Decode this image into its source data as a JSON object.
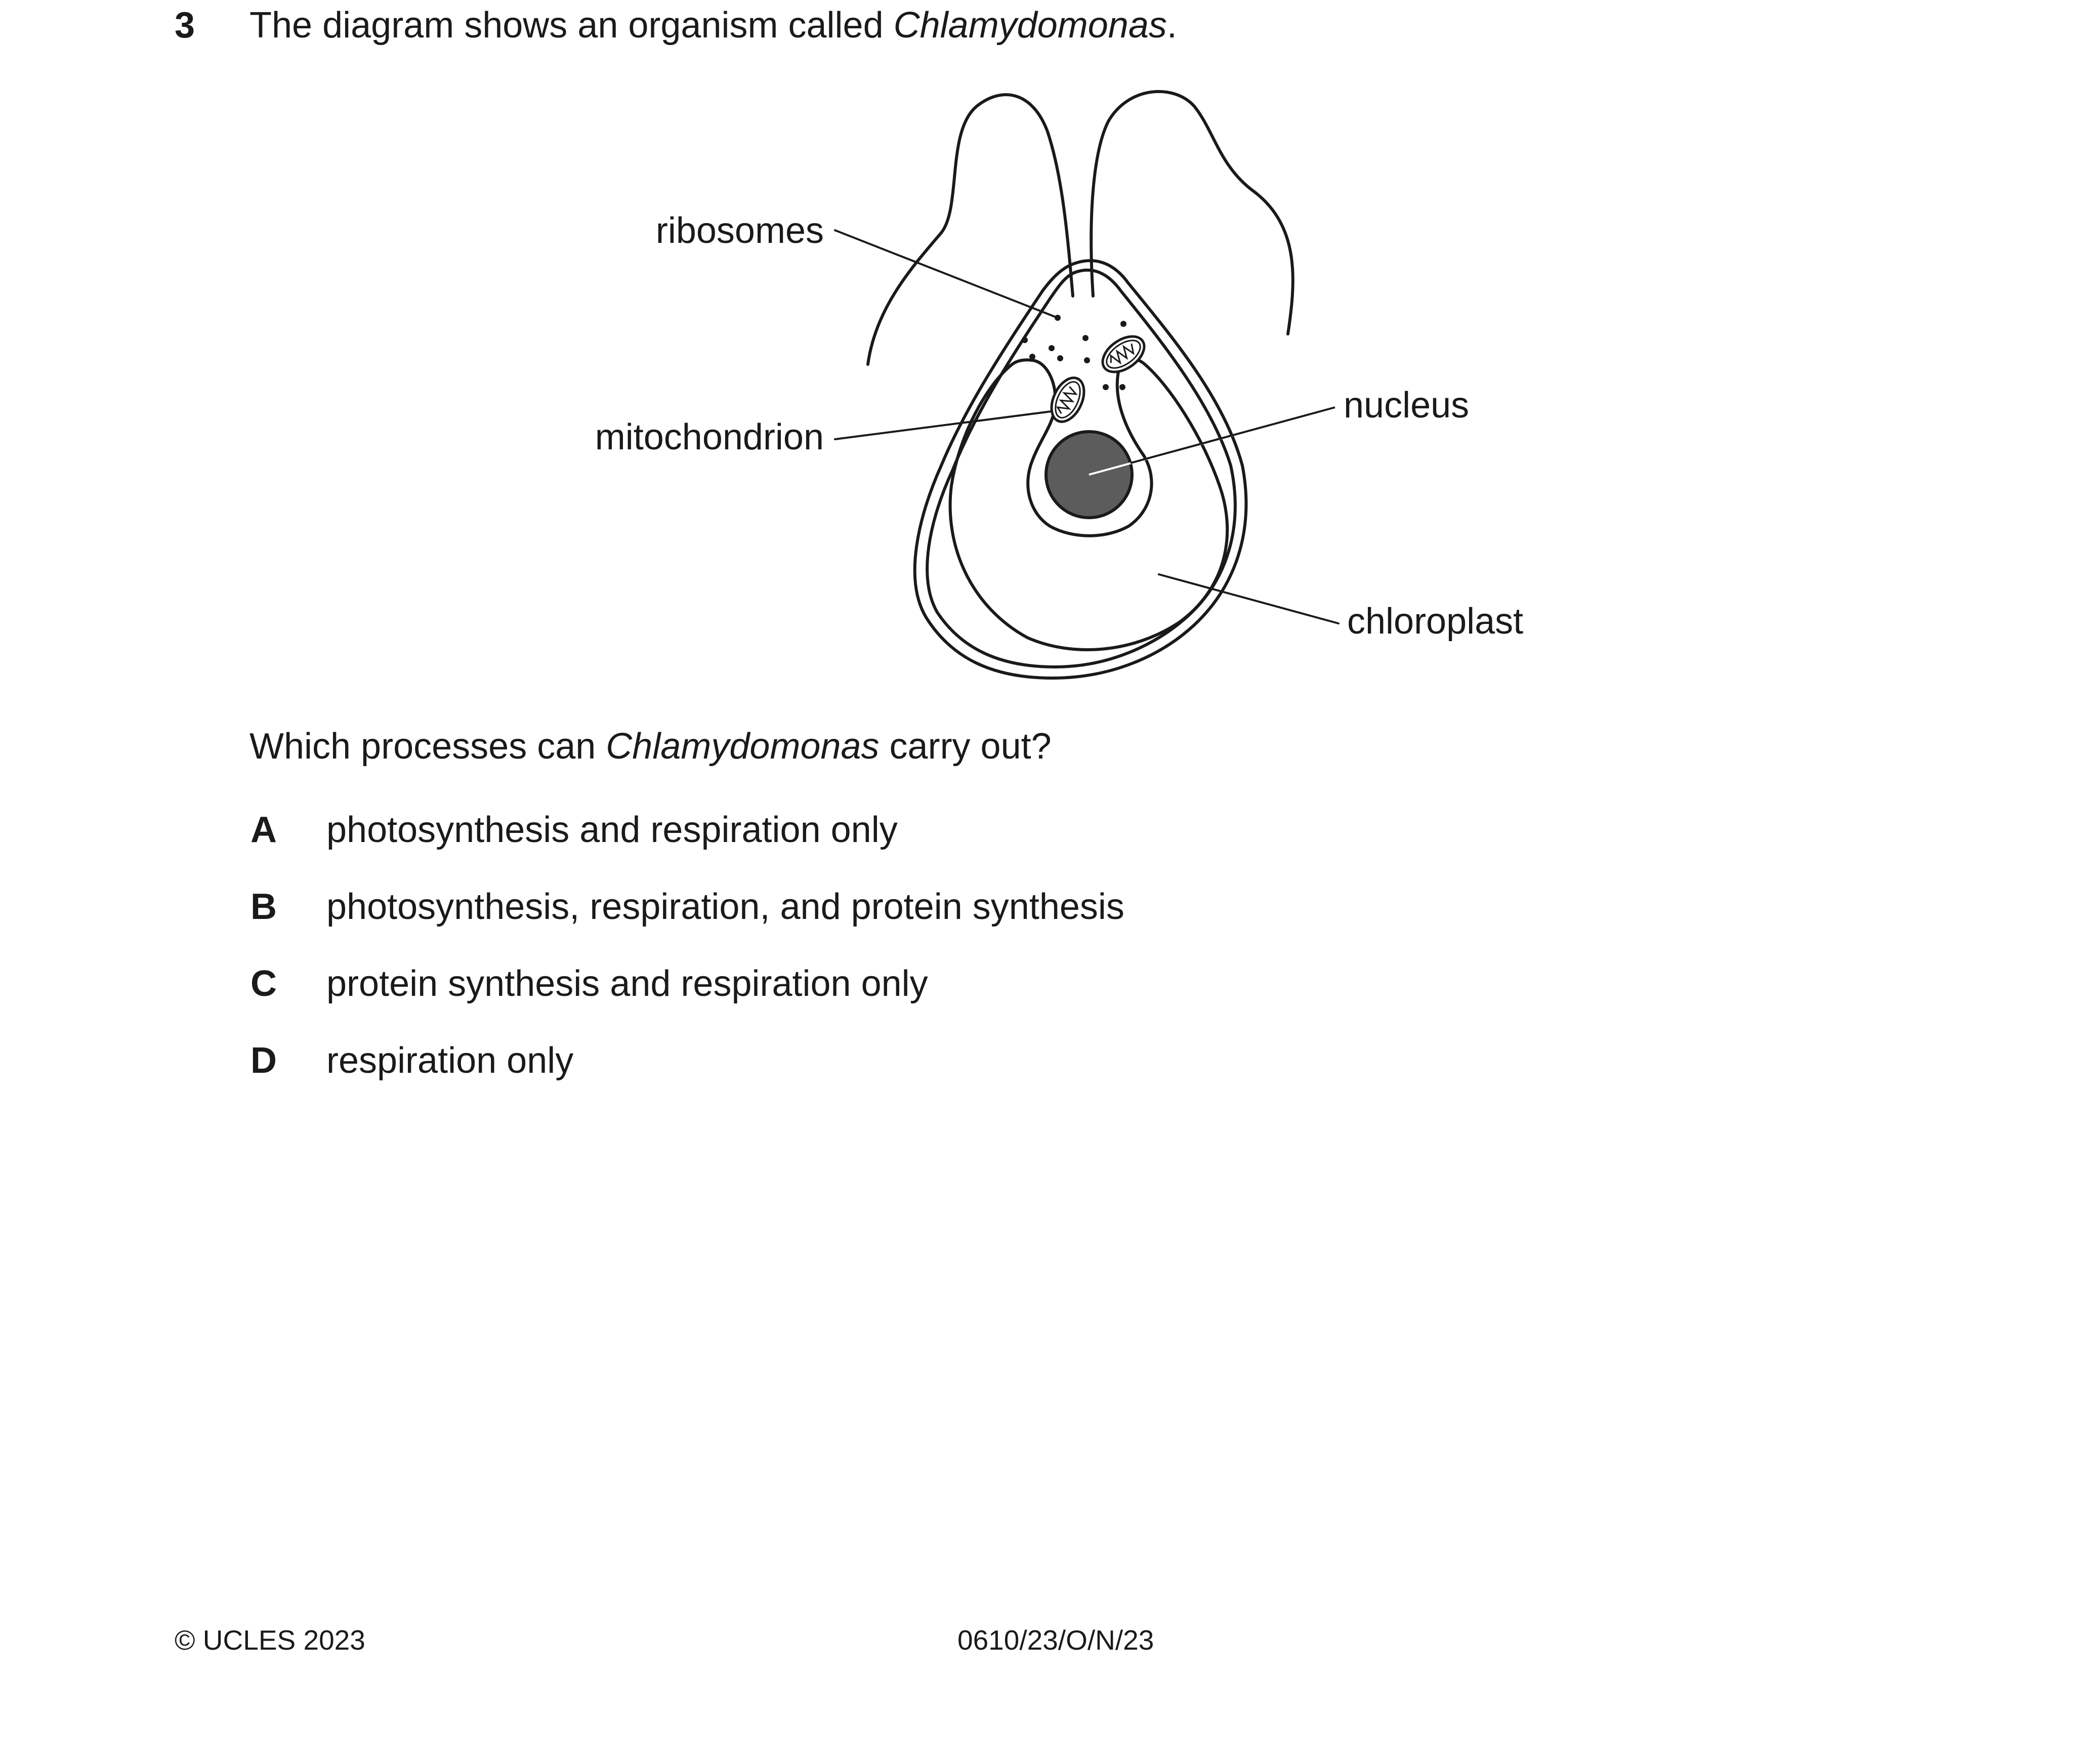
{
  "question": {
    "number": "3",
    "stem_prefix": "The diagram shows an organism called ",
    "stem_italic": "Chlamydomonas",
    "stem_suffix": ".",
    "prompt_prefix": "Which processes can ",
    "prompt_italic": "Chlamydomonas",
    "prompt_suffix": " carry out?"
  },
  "diagram": {
    "labels": {
      "ribosomes": "ribosomes",
      "mitochondrion": "mitochondrion",
      "nucleus": "nucleus",
      "chloroplast": "chloroplast"
    }
  },
  "options": [
    {
      "letter": "A",
      "text": "photosynthesis and respiration only"
    },
    {
      "letter": "B",
      "text": "photosynthesis, respiration, and protein synthesis"
    },
    {
      "letter": "C",
      "text": "protein synthesis and respiration only"
    },
    {
      "letter": "D",
      "text": "respiration only"
    }
  ],
  "footer": {
    "copyright": "© UCLES 2023",
    "code": "0610/23/O/N/23"
  }
}
